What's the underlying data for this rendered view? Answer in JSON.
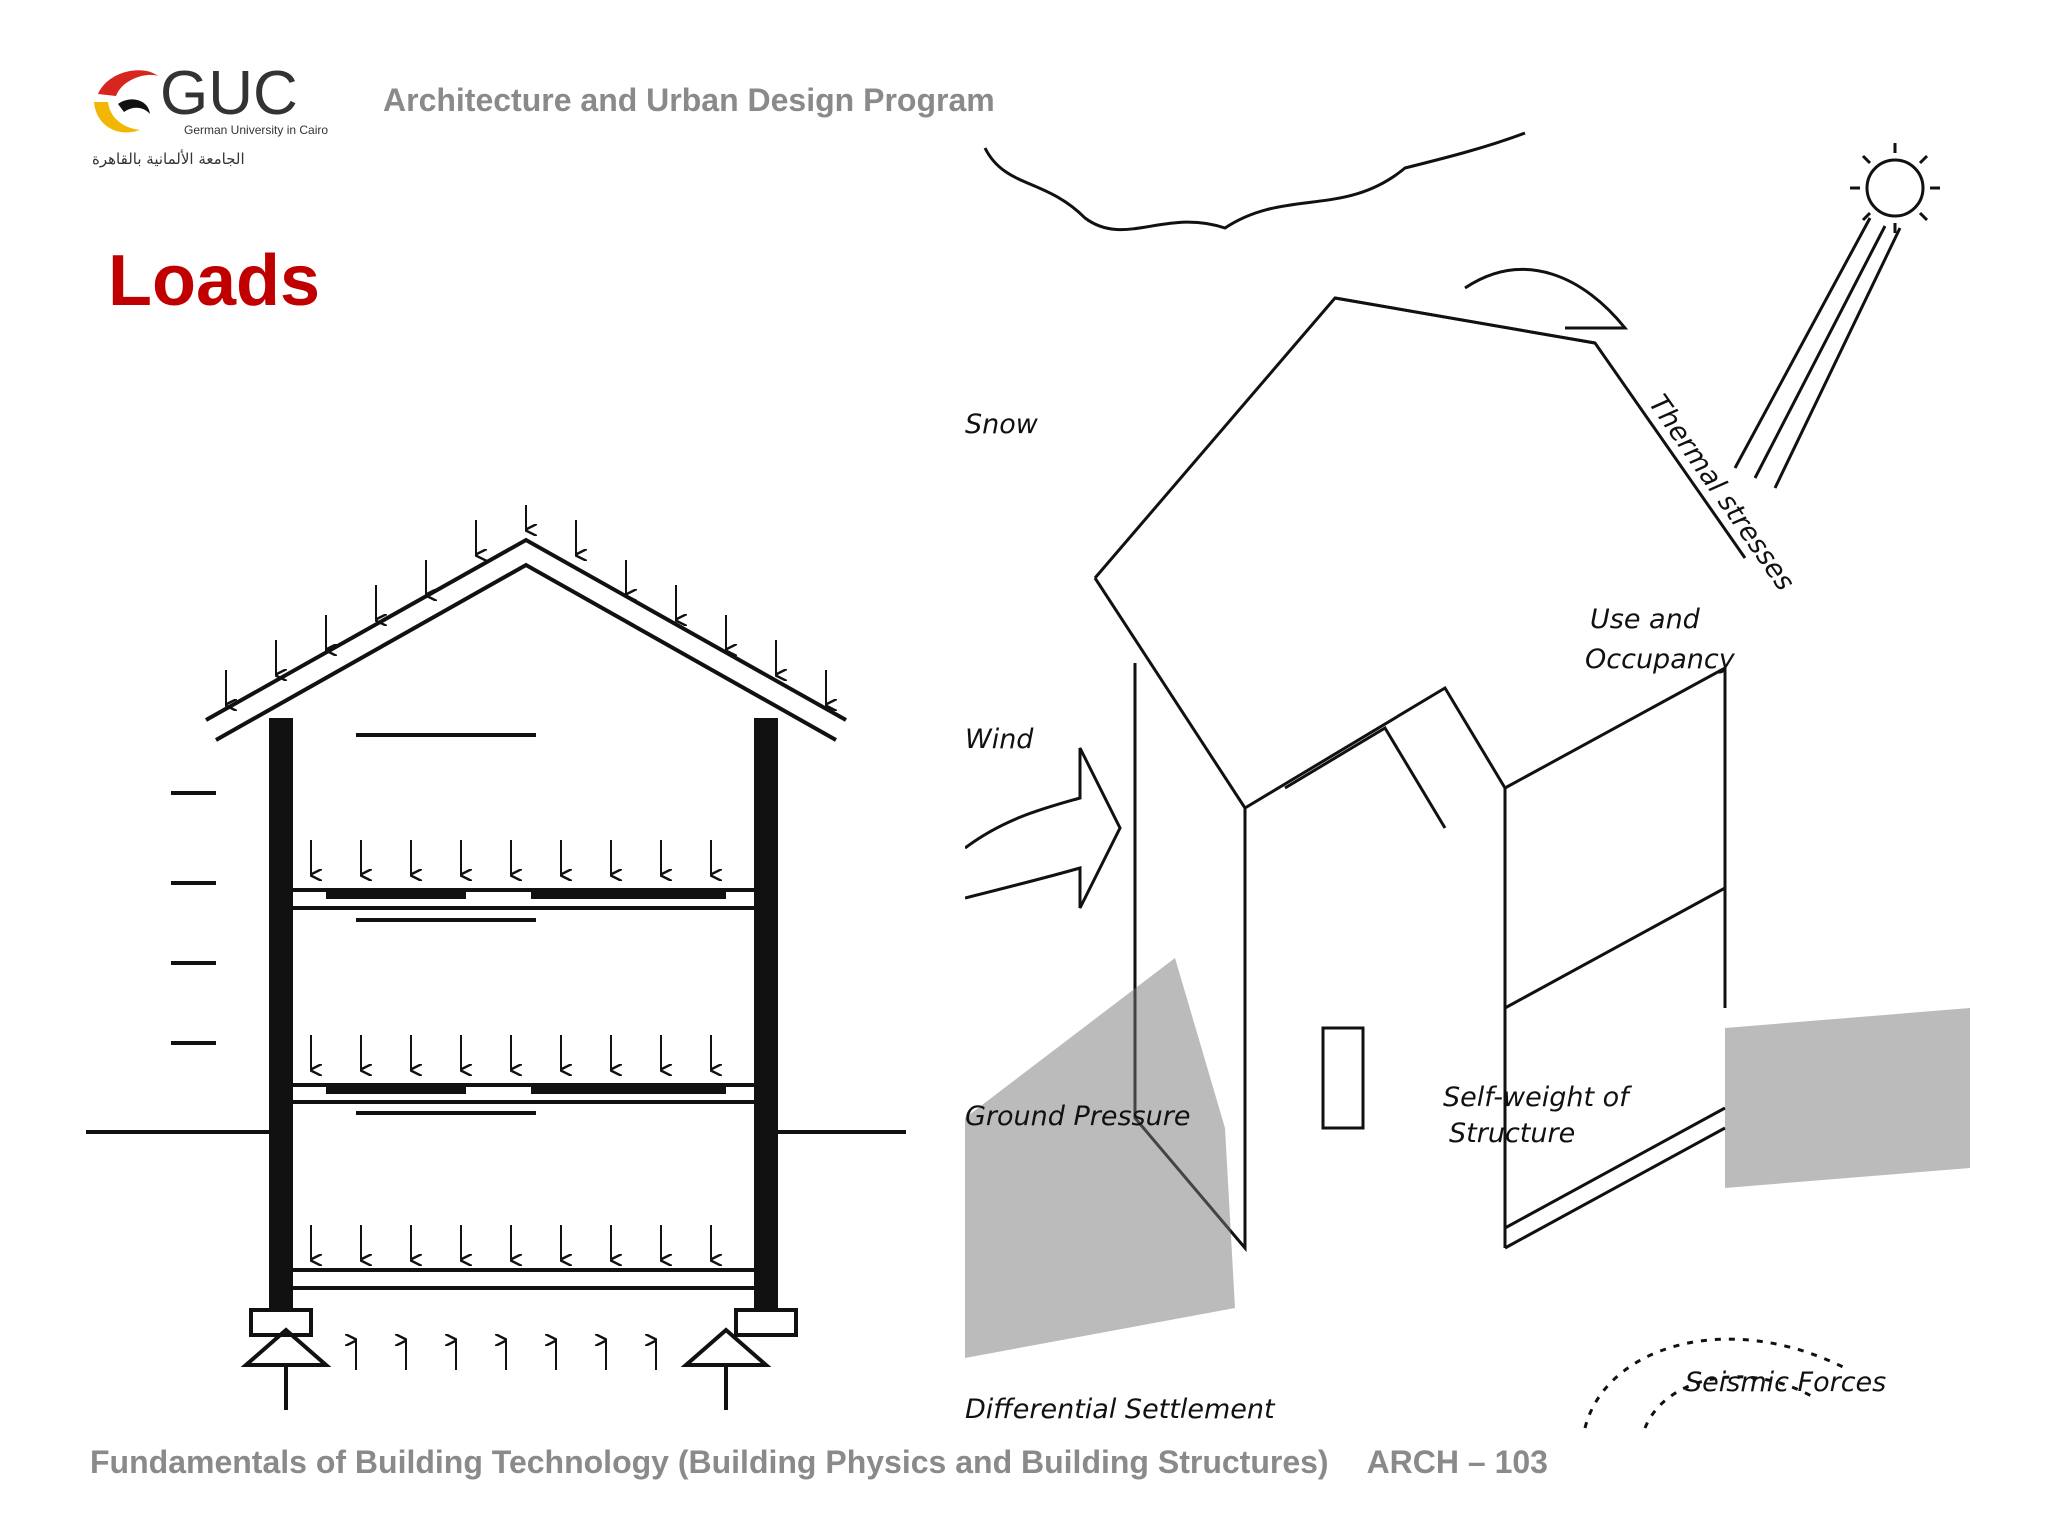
{
  "header": {
    "logo_text": "GUC",
    "logo_subtitle": "German University in Cairo",
    "logo_arabic": "الجامعة الألمانية بالقاهرة",
    "program": "Architecture and Urban Design Program"
  },
  "slide": {
    "title": "Loads"
  },
  "diagram": {
    "labels": {
      "snow": "Snow",
      "wind": "Wind",
      "thermal": "Thermal stresses",
      "use": "Use and",
      "occupancy": "Occupancy",
      "self_weight_1": "Self-weight of",
      "self_weight_2": "Structure",
      "ground_pressure": "Ground Pressure",
      "differential_settlement": "Differential Settlement",
      "seismic": "Seismic Forces"
    }
  },
  "footer": {
    "course": "Fundamentals of Building Technology (Building Physics and Building Structures)",
    "code": "ARCH – 103"
  },
  "colors": {
    "title_red": "#c00000",
    "gray_text": "#8a8a8a",
    "logo_red": "#d7261e",
    "logo_yellow": "#f2b705"
  }
}
